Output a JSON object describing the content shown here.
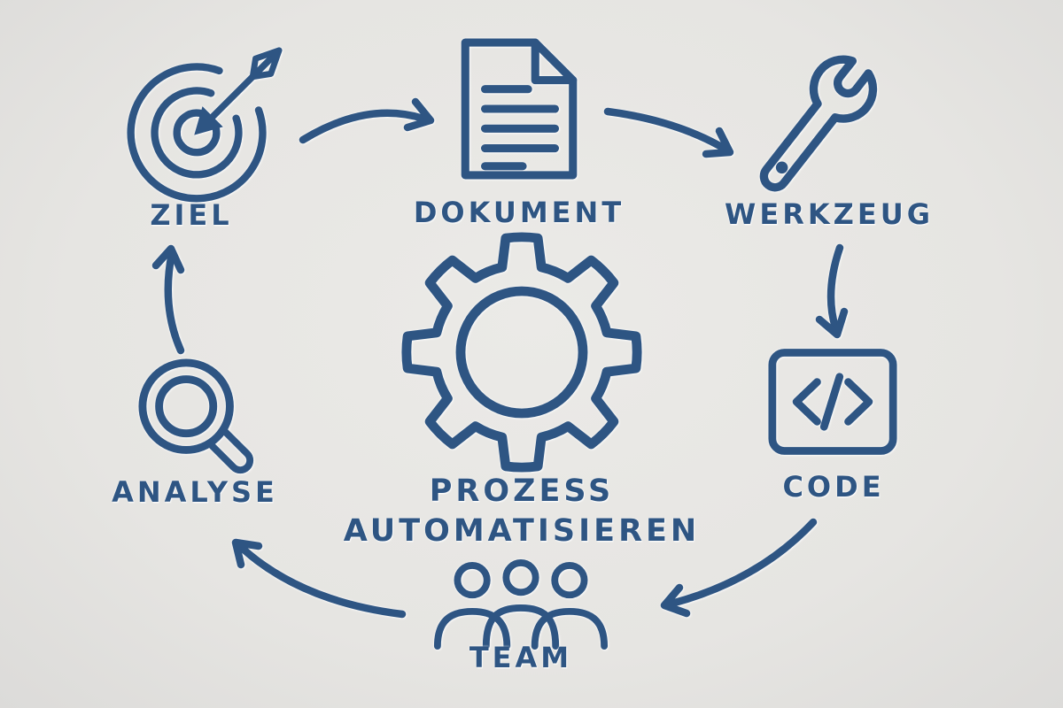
{
  "colors": {
    "ink": "#2e5583",
    "background": "#e6e5e2"
  },
  "title": {
    "line1": "PROZESS",
    "line2": "AUTOMATISIEREN"
  },
  "nodes": {
    "ziel": {
      "label": "ZIEL",
      "icon": "target-icon"
    },
    "dokument": {
      "label": "DOKUMENT",
      "icon": "document-icon"
    },
    "werkzeug": {
      "label": "WERKZEUG",
      "icon": "wrench-icon"
    },
    "code": {
      "label": "CODE",
      "icon": "code-brackets-icon"
    },
    "team": {
      "label": "TEAM",
      "icon": "people-icon"
    },
    "analyse": {
      "label": "ANALYSE",
      "icon": "magnifier-icon"
    }
  },
  "center": {
    "icon": "gear-icon"
  },
  "connections": [
    [
      "ZIEL",
      "DOKUMENT"
    ],
    [
      "DOKUMENT",
      "WERKZEUG"
    ],
    [
      "WERKZEUG",
      "CODE"
    ],
    [
      "CODE",
      "TEAM"
    ],
    [
      "TEAM",
      "ANALYSE"
    ],
    [
      "ANALYSE",
      "ZIEL"
    ]
  ]
}
